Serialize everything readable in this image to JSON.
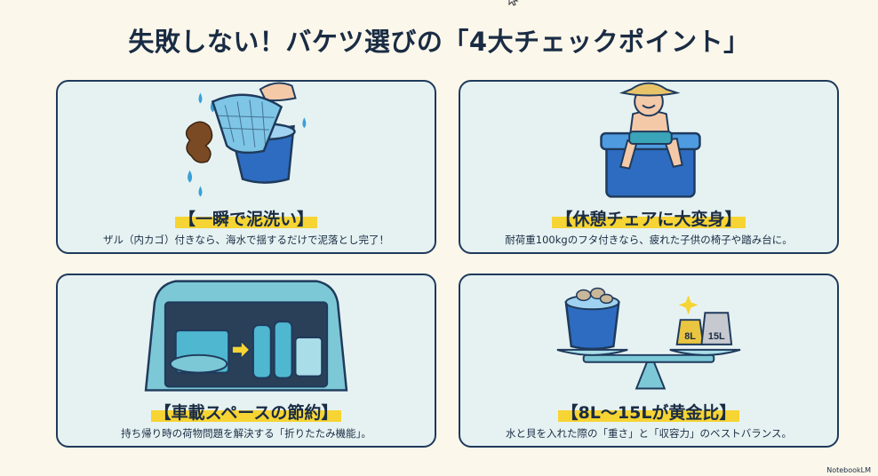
{
  "title": "失敗しない！バケツ選びの「4大チェックポイント」",
  "cards": [
    {
      "heading": "【一瞬で泥洗い】",
      "desc": "ザル（内カゴ）付きなら、海水で揺するだけで泥落とし完了！",
      "illustration": "basket-bucket-icon"
    },
    {
      "heading": "【休憩チェアに大変身】",
      "desc": "耐荷重100kgのフタ付きなら、疲れた子供の椅子や踏み台に。",
      "illustration": "child-on-cooler-icon"
    },
    {
      "heading": "【車載スペースの節約】",
      "desc": "持ち帰り時の荷物問題を解決する「折りたたみ機能」。",
      "illustration": "car-trunk-icon"
    },
    {
      "heading": "【8L〜15Lが黄金比】",
      "desc": "水と貝を入れた際の「重さ」と「収容力」のベストバランス。",
      "illustration": "scale-icon",
      "weights": [
        "8L",
        "15L"
      ]
    }
  ],
  "brand": "NotebookLM"
}
